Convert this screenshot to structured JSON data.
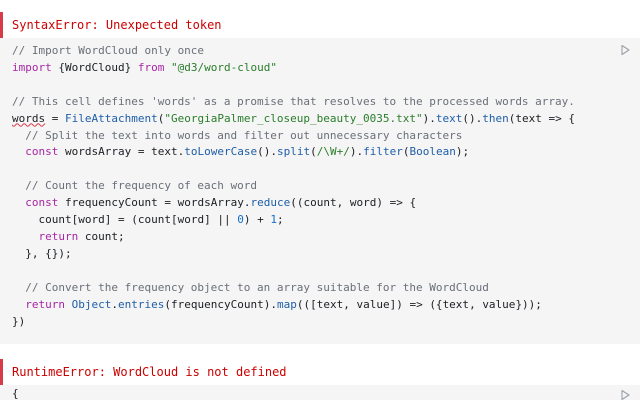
{
  "errors": [
    "SyntaxError: Unexpected token",
    "RuntimeError: WordCloud is not defined"
  ],
  "cell1": {
    "lines": [
      "// Import WordCloud only once",
      "import {WordCloud} from \"@d3/word-cloud\"",
      "",
      "// This cell defines 'words' as a promise that resolves to the processed words array.",
      "words = FileAttachment(\"GeorgiaPalmer_closeup_beauty_0035.txt\").text().then(text => {",
      "  // Split the text into words and filter out unnecessary characters",
      "  const wordsArray = text.toLowerCase().split(/\\W+/).filter(Boolean);",
      "",
      "  // Count the frequency of each word",
      "  const frequencyCount = wordsArray.reduce((count, word) => {",
      "    count[word] = (count[word] || 0) + 1;",
      "    return count;",
      "  }, {});",
      "",
      "  // Convert the frequency object to an array suitable for the WordCloud",
      "  return Object.entries(frequencyCount).map(([text, value]) => ({text, value}));",
      "})"
    ]
  },
  "cell2": {
    "lines": [
      "{"
    ]
  },
  "icons": {
    "run": "play-icon"
  },
  "colors": {
    "error": "#cc0000",
    "error_border": "#d73a49",
    "cell_bg": "#f5f5f5"
  }
}
